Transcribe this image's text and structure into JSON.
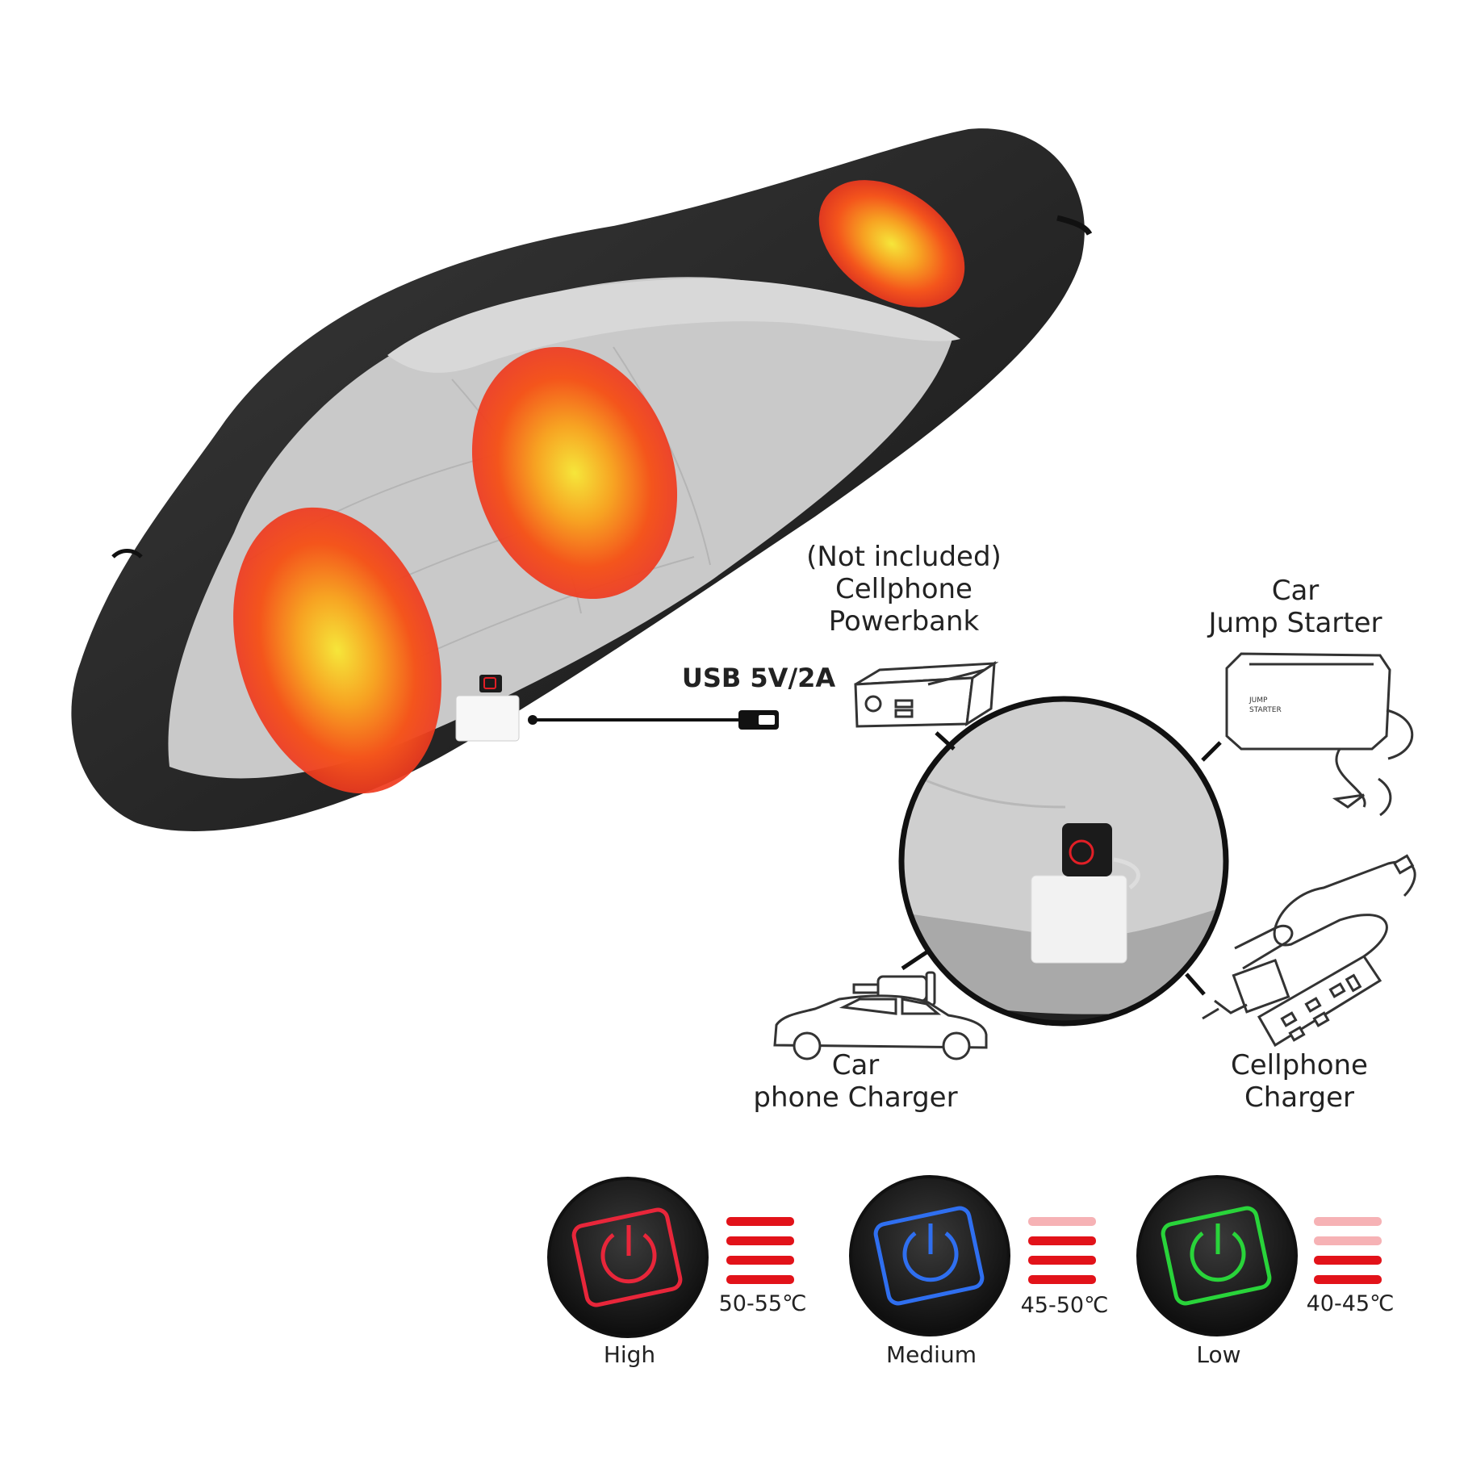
{
  "labels": {
    "powerbank": {
      "note": "(Not included)",
      "line1": "Cellphone",
      "line2": "Powerbank"
    },
    "usb": "USB 5V/2A",
    "jump_starter": {
      "line1": "Car",
      "line2": "Jump Starter"
    },
    "car_charger": {
      "line1": "Car",
      "line2": "phone Charger"
    },
    "cellphone_charger": {
      "line1": "Cellphone",
      "line2": "Charger"
    }
  },
  "levels": [
    {
      "name": "High",
      "temp": "50-55℃",
      "button_color": "#e8263a",
      "active_bars": 4,
      "total_bars": 4
    },
    {
      "name": "Medium",
      "temp": "45-50℃",
      "button_color": "#2f6ff0",
      "active_bars": 3,
      "total_bars": 4
    },
    {
      "name": "Low",
      "temp": "40-45℃",
      "button_color": "#29d43a",
      "active_bars": 2,
      "total_bars": 4
    }
  ],
  "colors": {
    "bar_active": "#e21219",
    "bar_inactive": "#f6b2b5",
    "heat_core": "#f6e63a",
    "heat_edge": "#ef3a1f",
    "shell": "#1f1f1f",
    "lining": "#c9c9c9"
  },
  "icons": [
    "powerbank-icon",
    "usb-plug-icon",
    "jump-starter-icon",
    "car-charger-icon",
    "car-icon",
    "wall-charger-icon",
    "power-strip-icon",
    "power-button-icon"
  ]
}
